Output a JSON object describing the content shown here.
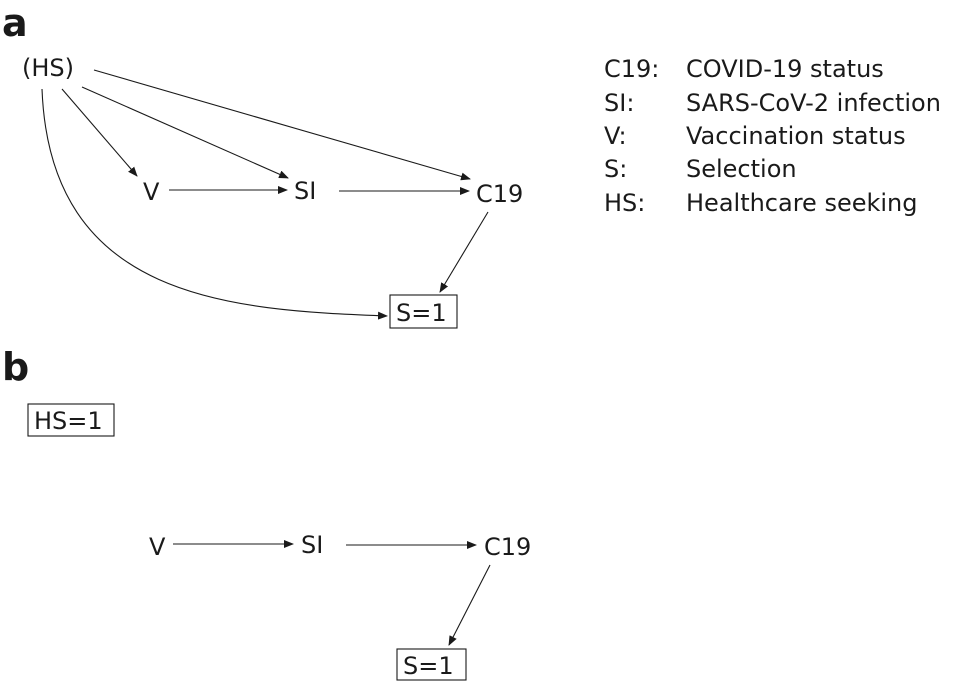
{
  "panels": {
    "a": {
      "label": "a",
      "nodes": {
        "hs": "(HS)",
        "v": "V",
        "si": "SI",
        "c19": "C19",
        "s": "S=1"
      }
    },
    "b": {
      "label": "b",
      "nodes": {
        "hs": "HS=1",
        "v": "V",
        "si": "SI",
        "c19": "C19",
        "s": "S=1"
      }
    }
  },
  "legend": [
    {
      "abbr": "C19:",
      "desc": "COVID-19 status"
    },
    {
      "abbr": "SI:",
      "desc": "SARS-CoV-2 infection"
    },
    {
      "abbr": "V:",
      "desc": "Vaccination status"
    },
    {
      "abbr": "S:",
      "desc": "Selection"
    },
    {
      "abbr": "HS:",
      "desc": "Healthcare seeking"
    }
  ]
}
